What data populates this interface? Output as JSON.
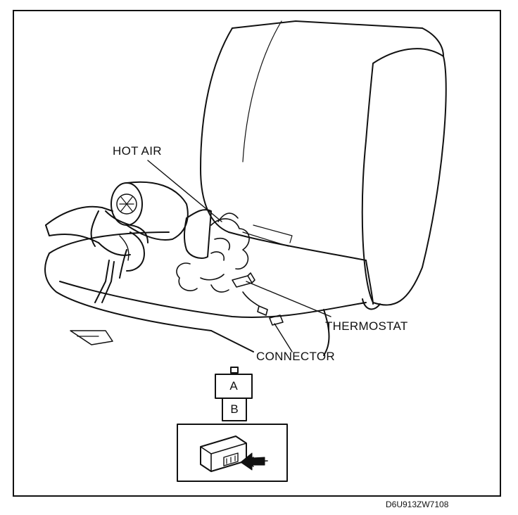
{
  "labels": {
    "hot_air": "HOT AIR",
    "thermostat": "THERMOSTAT",
    "connector": "CONNECTOR"
  },
  "inset": {
    "box_a": "A",
    "box_b": "B"
  },
  "figure_id": "D6U913ZW7108"
}
